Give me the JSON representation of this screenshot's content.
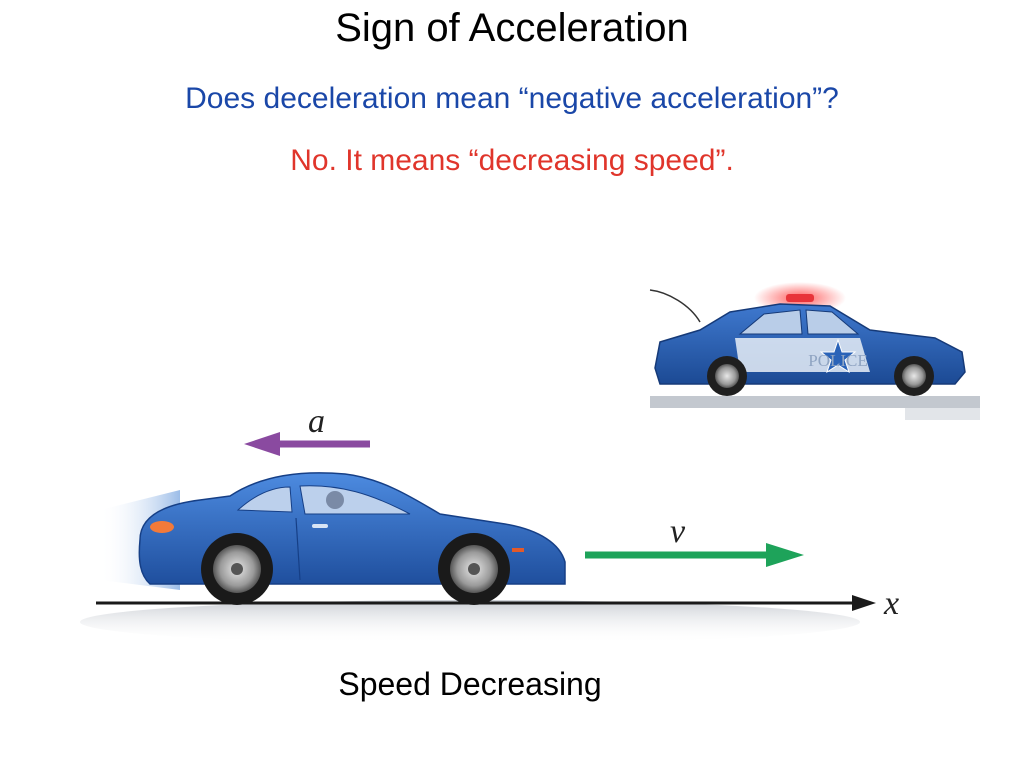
{
  "slide": {
    "title": "Sign of Acceleration",
    "question": "Does deceleration mean “negative acceleration”?",
    "answer": "No. It means “decreasing speed”.",
    "caption": "Speed Decreasing"
  },
  "diagram": {
    "acceleration_label": "a",
    "velocity_label": "v",
    "axis_label": "x",
    "police_text": "POLICE",
    "acceleration_direction": "left",
    "velocity_direction": "right"
  },
  "colors": {
    "question": "#1a47a8",
    "answer": "#e0352b",
    "acceleration_arrow": "#8a4aa0",
    "velocity_arrow": "#1ea35a",
    "car_body": "#2f6cc4",
    "police_body": "#2a63b8",
    "light_bar": "#e8343a"
  }
}
